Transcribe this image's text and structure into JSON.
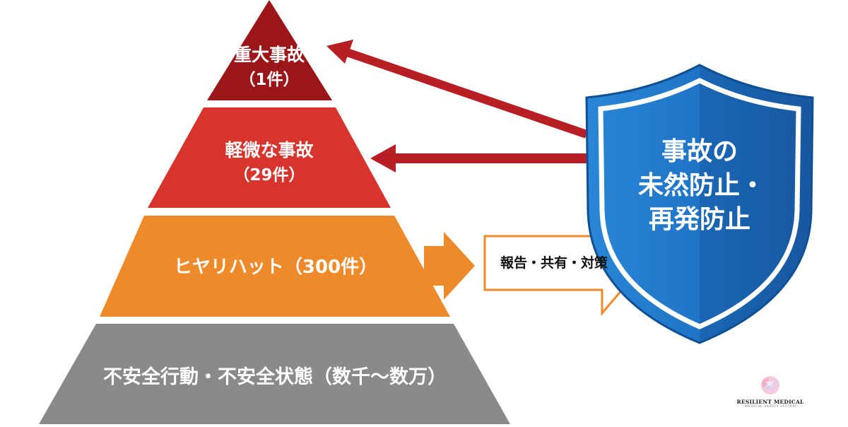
{
  "diagram": {
    "title": "Heinrich's law pyramid",
    "tiers": [
      {
        "id": "serious",
        "lines": [
          "重大事故",
          "（1件）"
        ],
        "color": "#9b1619"
      },
      {
        "id": "minor",
        "lines": [
          "軽微な事故",
          "（29件）"
        ],
        "color": "#d6342c"
      },
      {
        "id": "near-miss",
        "lines": [
          "ヒヤリハット（300件）"
        ],
        "color": "#ee8a2a"
      },
      {
        "id": "unsafe",
        "lines": [
          "不安全行動・不安全状態（数千〜数万）"
        ],
        "color": "#8a8a8a"
      }
    ],
    "report_arrow": {
      "label": "報告・共有・対策",
      "border": "#ee8a2a"
    },
    "shield": {
      "lines": [
        "事故の",
        "未然防止・",
        "再発防止"
      ],
      "color": "#1e6fc0",
      "border": "#0f4f93"
    },
    "arrow_color": "#b71f24"
  },
  "logo": {
    "title": "RESILIENT MEDICAL",
    "subtitle": "MEDICAL SAFETY SYSTEM"
  }
}
